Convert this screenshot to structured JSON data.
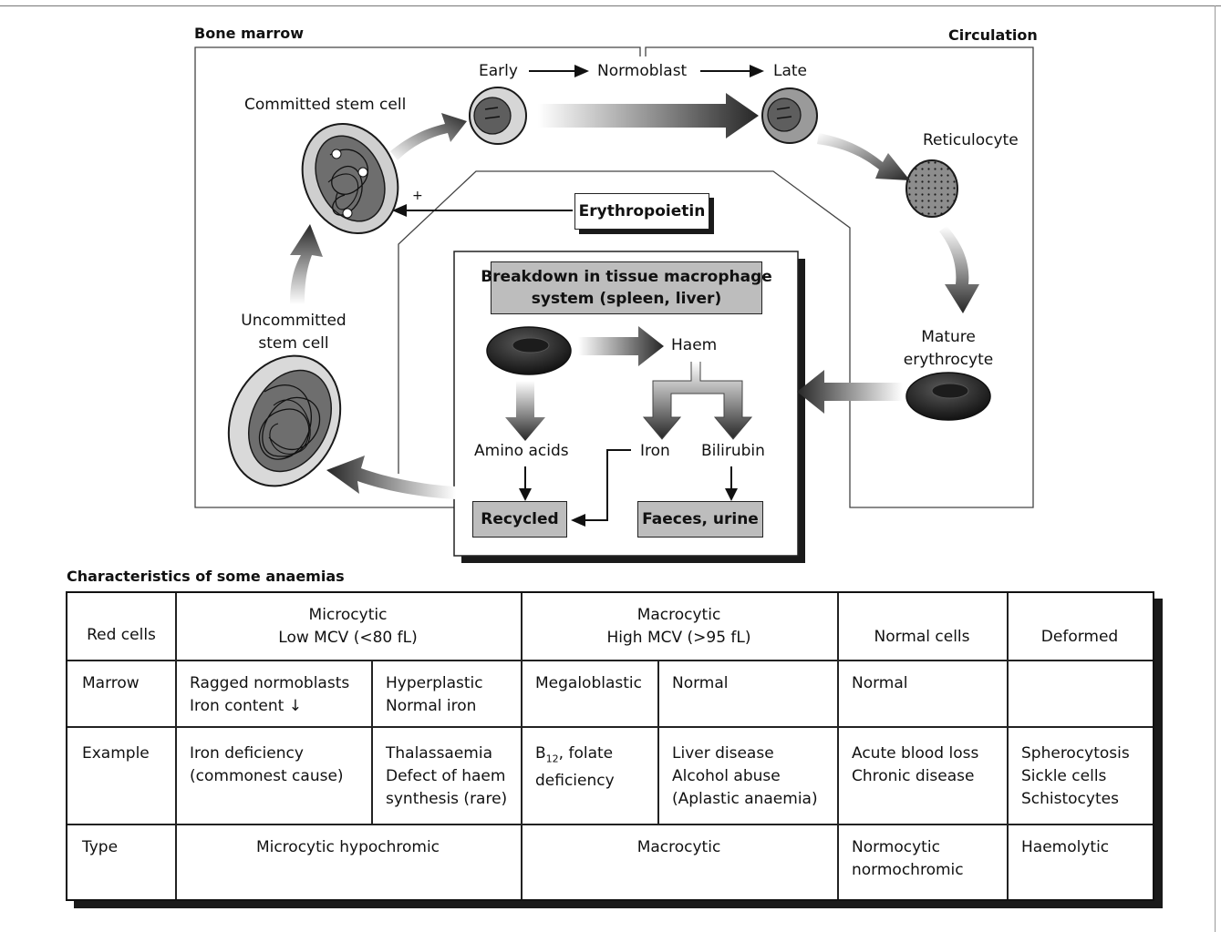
{
  "diagram": {
    "regions": {
      "bone_marrow": "Bone marrow",
      "circulation": "Circulation"
    },
    "cells": {
      "committed_stem_cell": "Committed stem cell",
      "uncommitted_stem_cell": "Uncommitted\nstem cell",
      "early": "Early",
      "normoblast": "Normoblast",
      "late": "Late",
      "reticulocyte": "Reticulocyte",
      "mature_erythrocyte": "Mature\nerythrocyte"
    },
    "boxes": {
      "erythropoietin": "Erythropoietin",
      "breakdown": "Breakdown in tissue macrophage\nsystem (spleen, liver)",
      "recycled": "Recycled",
      "faeces_urine": "Faeces, urine"
    },
    "products": {
      "haem": "Haem",
      "amino_acids": "Amino acids",
      "iron": "Iron",
      "bilirubin": "Bilirubin"
    },
    "stimulus_sign": "+"
  },
  "table": {
    "title": "Characteristics of some anaemias",
    "header": {
      "red_cells": "Red cells",
      "microcytic": "Microcytic\nLow MCV (<80 fL)",
      "macrocytic": "Macrocytic\nHigh MCV (>95 fL)",
      "normal_cells": "Normal cells",
      "deformed": "Deformed"
    },
    "marrow": {
      "label": "Marrow",
      "ragged": "Ragged normoblasts\nIron content ↓",
      "hyperplastic": "Hyperplastic\nNormal iron",
      "megaloblastic": "Megaloblastic",
      "normal_macro": "Normal",
      "normal_cells": "Normal",
      "deformed": ""
    },
    "example": {
      "label": "Example",
      "iron_def": "Iron deficiency\n(commonest cause)",
      "thalassaemia": "Thalassaemia\nDefect of haem\nsynthesis (rare)",
      "b12_main": "B",
      "b12_sub": "12",
      "b12_rest": ", folate",
      "b12_line2": "deficiency",
      "liver": "Liver disease\nAlcohol abuse\n(Aplastic anaemia)",
      "acute": "Acute blood loss\nChronic disease",
      "deformed": "Spherocytosis\nSickle cells\nSchistocytes"
    },
    "type": {
      "label": "Type",
      "microcytic": "Microcytic hypochromic",
      "macrocytic": "Macrocytic",
      "normocytic": "Normocytic\nnormochromic",
      "haemolytic": "Haemolytic"
    }
  }
}
